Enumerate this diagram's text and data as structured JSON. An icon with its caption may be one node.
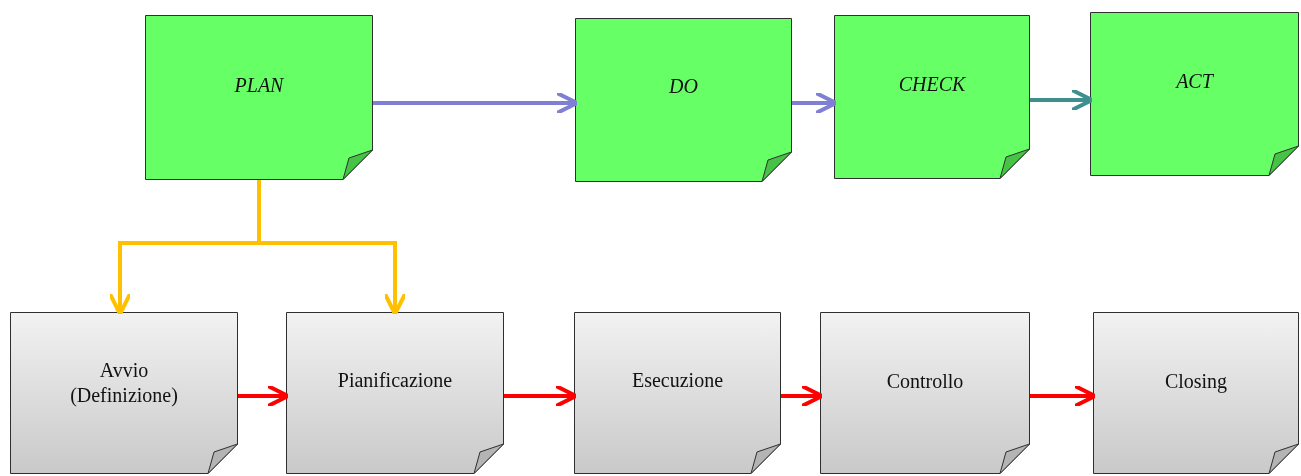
{
  "diagram": {
    "nodes": [
      {
        "text": [
          "PLAN"
        ]
      },
      {
        "text": [
          "DO"
        ]
      },
      {
        "text": [
          "CHECK"
        ]
      },
      {
        "text": [
          "ACT"
        ]
      },
      {
        "text": [
          "Avvio (Definizione)"
        ]
      },
      {
        "text": [
          "Pianificazione"
        ]
      },
      {
        "text": [
          "Esecuzione"
        ]
      },
      {
        "text": [
          "Controllo"
        ]
      },
      {
        "text": [
          "Closing"
        ]
      }
    ],
    "edges": [
      {
        "from": 0,
        "to": 1,
        "arrow": "to",
        "color": "#7f7fd4"
      },
      {
        "from": 1,
        "to": 2,
        "arrow": "to",
        "color": "#7f7fd4"
      },
      {
        "from": 2,
        "to": 3,
        "arrow": "to",
        "color": "#3f8f8f"
      },
      {
        "from": 0,
        "to": 4,
        "arrow": "to",
        "color": "#ffc000"
      },
      {
        "from": 0,
        "to": 5,
        "arrow": "to",
        "color": "#ffc000"
      },
      {
        "from": 4,
        "to": 5,
        "arrow": "to"
      },
      {
        "from": 5,
        "to": 6,
        "arrow": "to"
      },
      {
        "from": 6,
        "to": 7,
        "arrow": "to"
      },
      {
        "from": 7,
        "to": 8,
        "arrow": "to"
      }
    ]
  }
}
